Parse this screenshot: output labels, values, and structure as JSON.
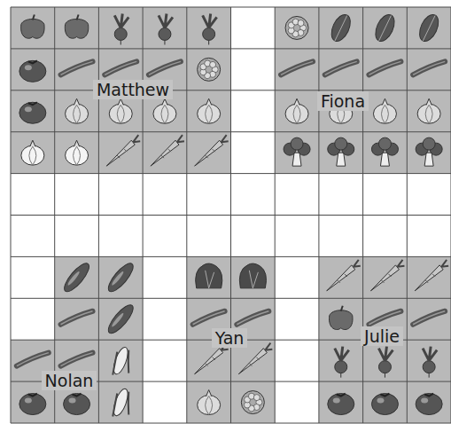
{
  "diagram": {
    "nodes": [
      {
        "text": [
          "Matthew"
        ]
      },
      {
        "text": [
          "Fiona"
        ]
      },
      {
        "text": [
          "Nolan"
        ]
      },
      {
        "text": [
          "Yan"
        ]
      },
      {
        "text": [
          "Julie"
        ]
      }
    ]
  }
}
